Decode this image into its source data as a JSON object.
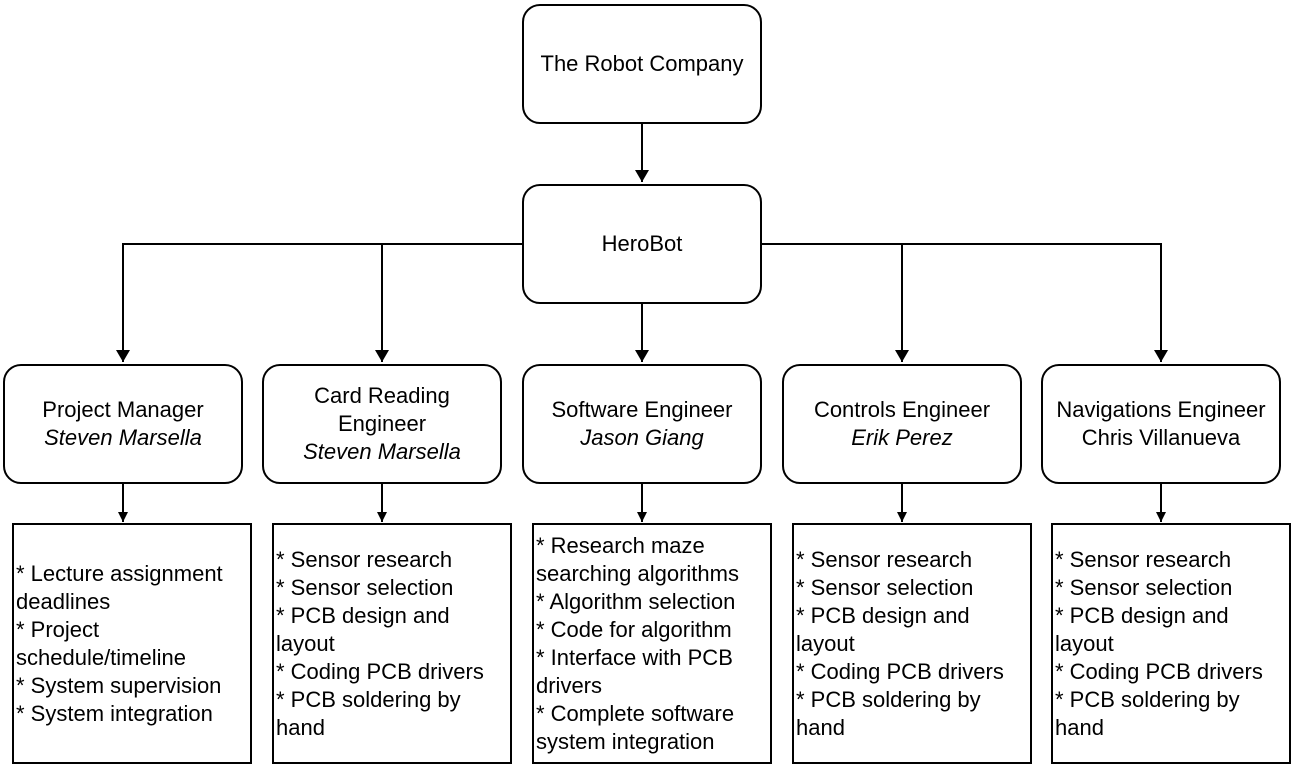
{
  "company": "The Robot Company",
  "project": "HeroBot",
  "roles": [
    {
      "title": "Project Manager",
      "person": "Steven Marsella",
      "person_italic": true,
      "tasks": [
        "* Lecture assignment deadlines",
        "* Project schedule/timeline",
        "* System supervision",
        "* System integration"
      ]
    },
    {
      "title": "Card Reading Engineer",
      "person": "Steven Marsella",
      "person_italic": true,
      "tasks": [
        "* Sensor research",
        "* Sensor selection",
        "* PCB design and layout",
        "* Coding PCB drivers",
        "* PCB soldering by hand"
      ]
    },
    {
      "title": "Software Engineer",
      "person": "Jason Giang",
      "person_italic": true,
      "tasks": [
        "* Research maze searching algorithms",
        "* Algorithm selection",
        "* Code for algorithm",
        "* Interface with PCB drivers",
        "* Complete software system integration"
      ]
    },
    {
      "title": "Controls Engineer",
      "person": "Erik Perez",
      "person_italic": true,
      "tasks": [
        "* Sensor research",
        "* Sensor selection",
        "* PCB design and layout",
        "* Coding PCB drivers",
        "* PCB soldering by hand"
      ]
    },
    {
      "title": "Navigations Engineer",
      "person": "Chris Villanueva",
      "person_italic": false,
      "tasks": [
        "* Sensor research",
        "* Sensor selection",
        "* PCB design and layout",
        "* Coding PCB drivers",
        "* PCB soldering by hand"
      ]
    }
  ]
}
